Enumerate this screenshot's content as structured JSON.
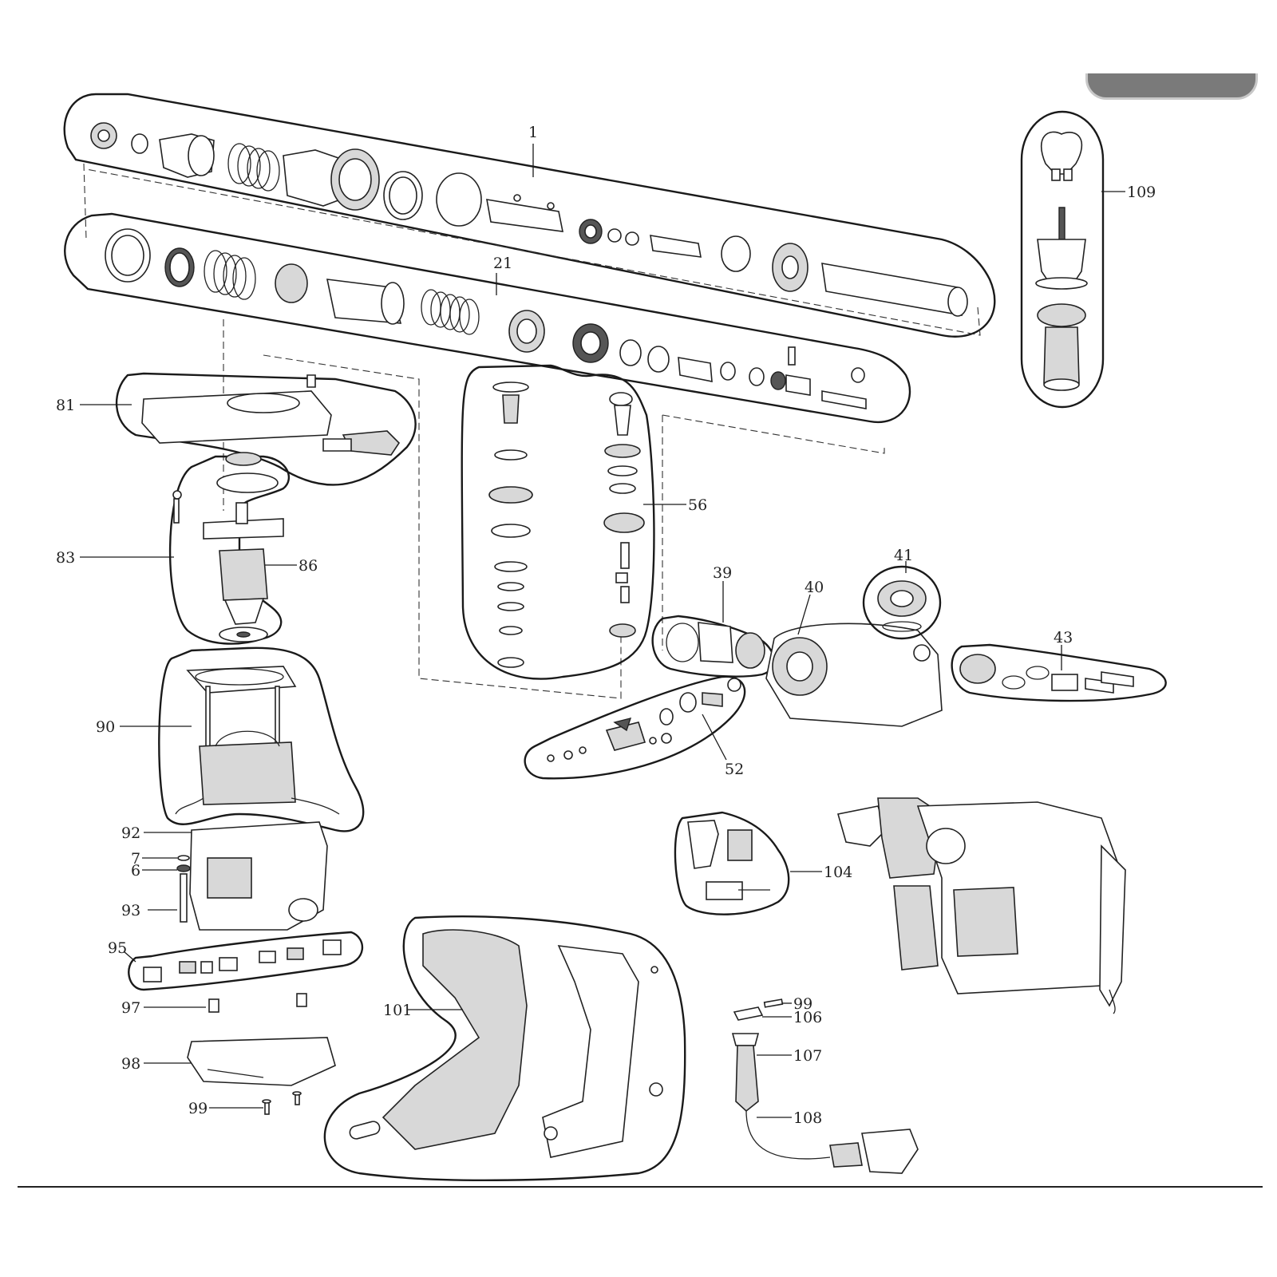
{
  "diagram": {
    "callouts": {
      "c1": "1",
      "c21": "21",
      "c109": "109",
      "c81": "81",
      "c56": "56",
      "c83": "83",
      "c86": "86",
      "c39": "39",
      "c40": "40",
      "c41": "41",
      "c43": "43",
      "c52": "52",
      "c90": "90",
      "c92": "92",
      "c7": "7",
      "c6": "6",
      "c93": "93",
      "c95": "95",
      "c97": "97",
      "c98": "98",
      "c99a": "99",
      "c101": "101",
      "c104": "104",
      "c99b": "99",
      "c106": "106",
      "c107": "107",
      "c108": "108"
    }
  }
}
